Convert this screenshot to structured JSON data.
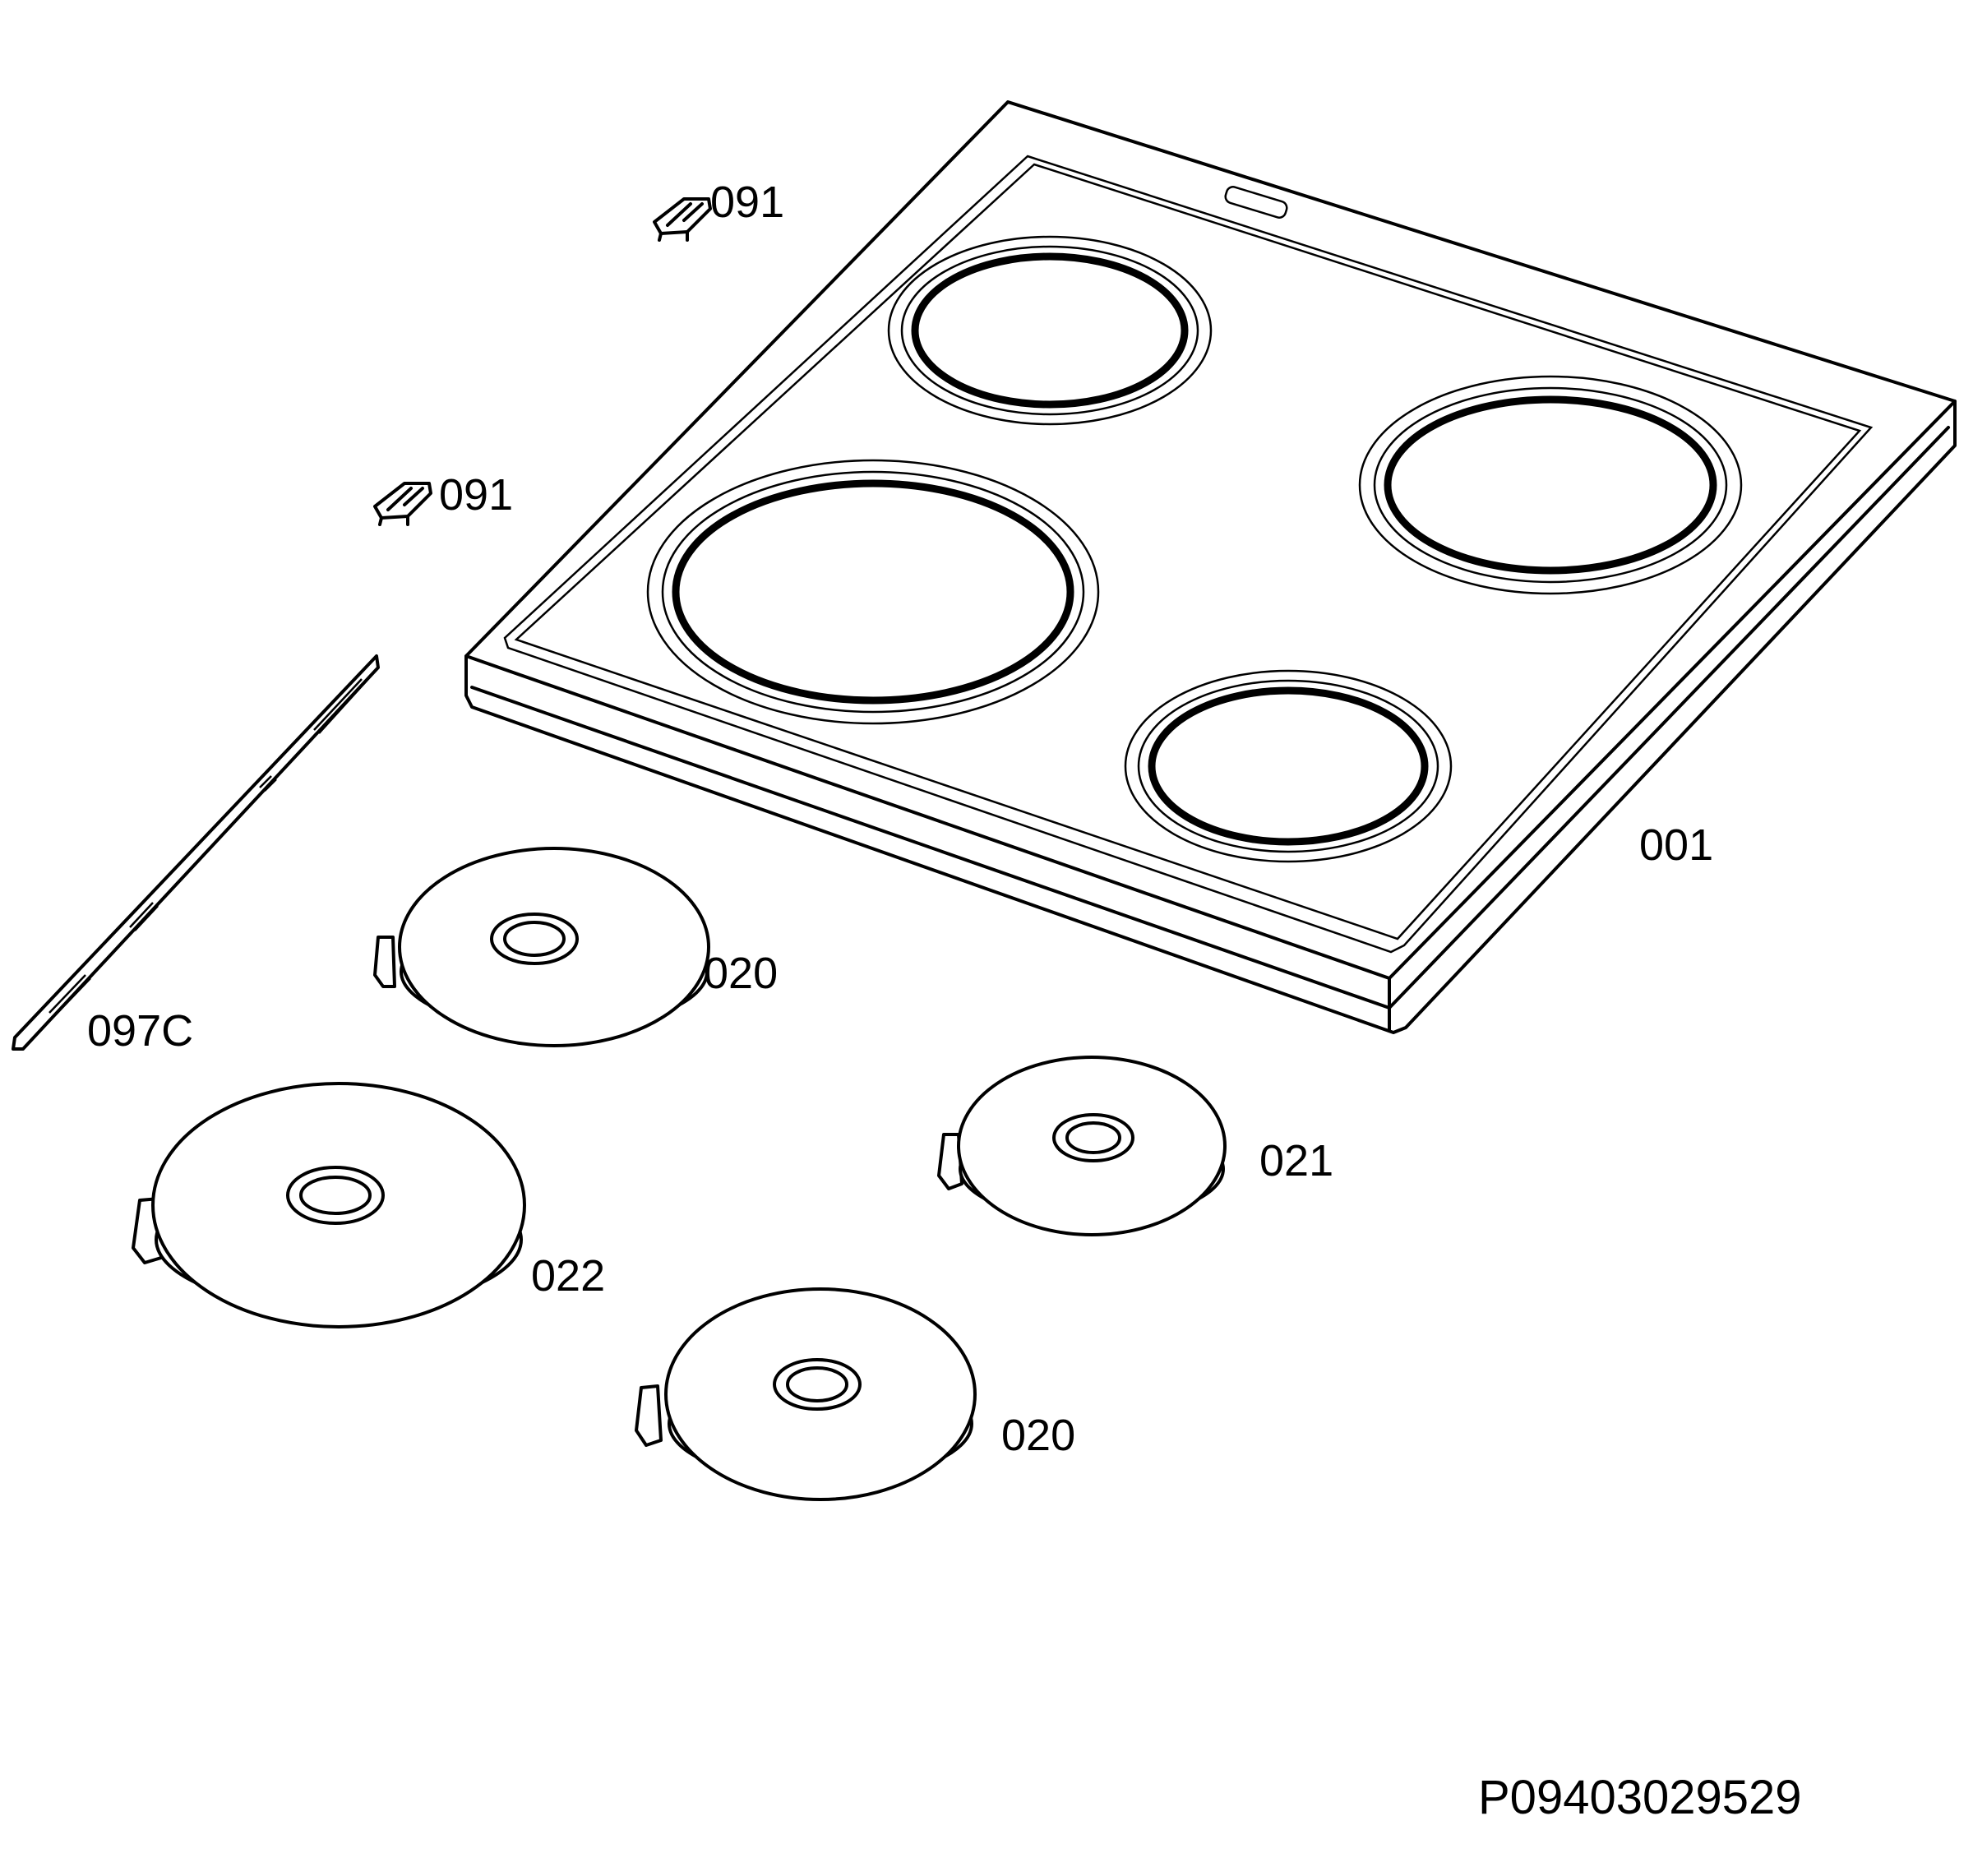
{
  "parts": {
    "hob_top": "001",
    "spring_clip_upper": "091",
    "spring_clip_lower": "091",
    "trim_strip": "097C",
    "hotplate_rear_left": "020",
    "hotplate_front_large": "022",
    "hotplate_right": "021",
    "hotplate_front_small": "020"
  },
  "drawing_code": "P09403029529"
}
